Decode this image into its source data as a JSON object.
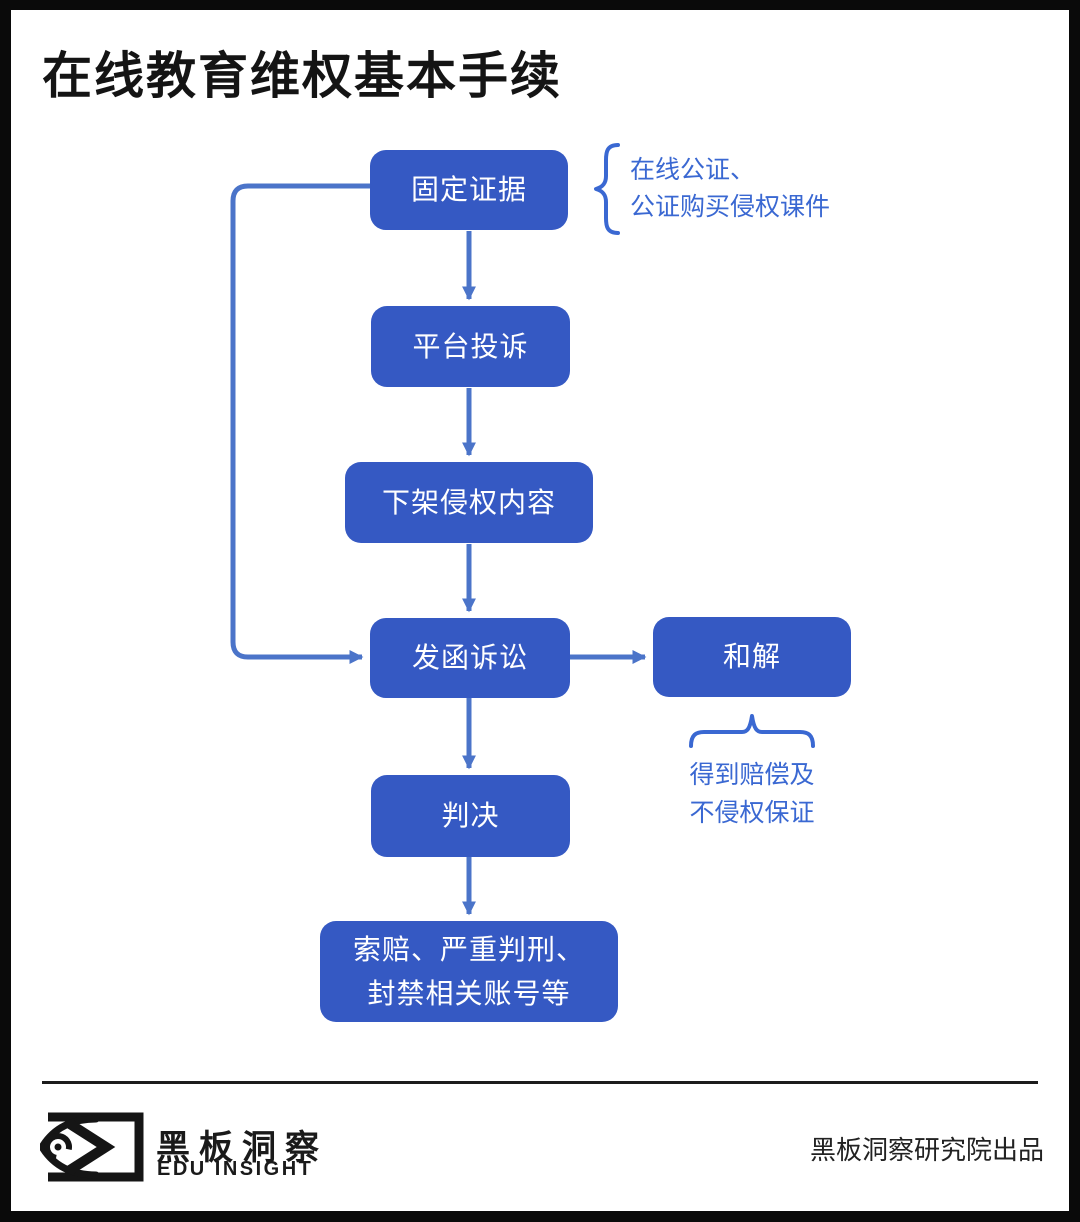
{
  "page": {
    "title": "在线教育维权基本手续"
  },
  "flowchart": {
    "nodes": {
      "evidence": {
        "label": "固定证据"
      },
      "complaint": {
        "label": "平台投诉"
      },
      "takedown": {
        "label": "下架侵权内容"
      },
      "lawsuit": {
        "label": "发函诉讼"
      },
      "settlement": {
        "label": "和解"
      },
      "judgment": {
        "label": "判决"
      },
      "penalty": {
        "label_line1": "索赔、严重判刑、",
        "label_line2": "封禁相关账号等"
      }
    },
    "edges": [
      {
        "from": "evidence",
        "to": "complaint"
      },
      {
        "from": "complaint",
        "to": "takedown"
      },
      {
        "from": "takedown",
        "to": "lawsuit"
      },
      {
        "from": "evidence",
        "to": "lawsuit",
        "note": "left loop bypass"
      },
      {
        "from": "lawsuit",
        "to": "settlement"
      },
      {
        "from": "lawsuit",
        "to": "judgment"
      },
      {
        "from": "judgment",
        "to": "penalty"
      }
    ],
    "annotations": {
      "evidence_note": {
        "line1": "在线公证、",
        "line2": "公证购买侵权课件"
      },
      "settlement_note": {
        "line1": "得到赔偿及",
        "line2": "不侵权保证"
      }
    }
  },
  "footer": {
    "logo_cn": "黑板洞察",
    "logo_en": "EDU INSIGHT",
    "credit": "黑板洞察研究院出品"
  },
  "colors": {
    "node_fill": "#3559C3",
    "connector": "#4B74C9",
    "annotation": "#3A68D2",
    "title": "#141414",
    "frame": "#0a0a0a"
  }
}
